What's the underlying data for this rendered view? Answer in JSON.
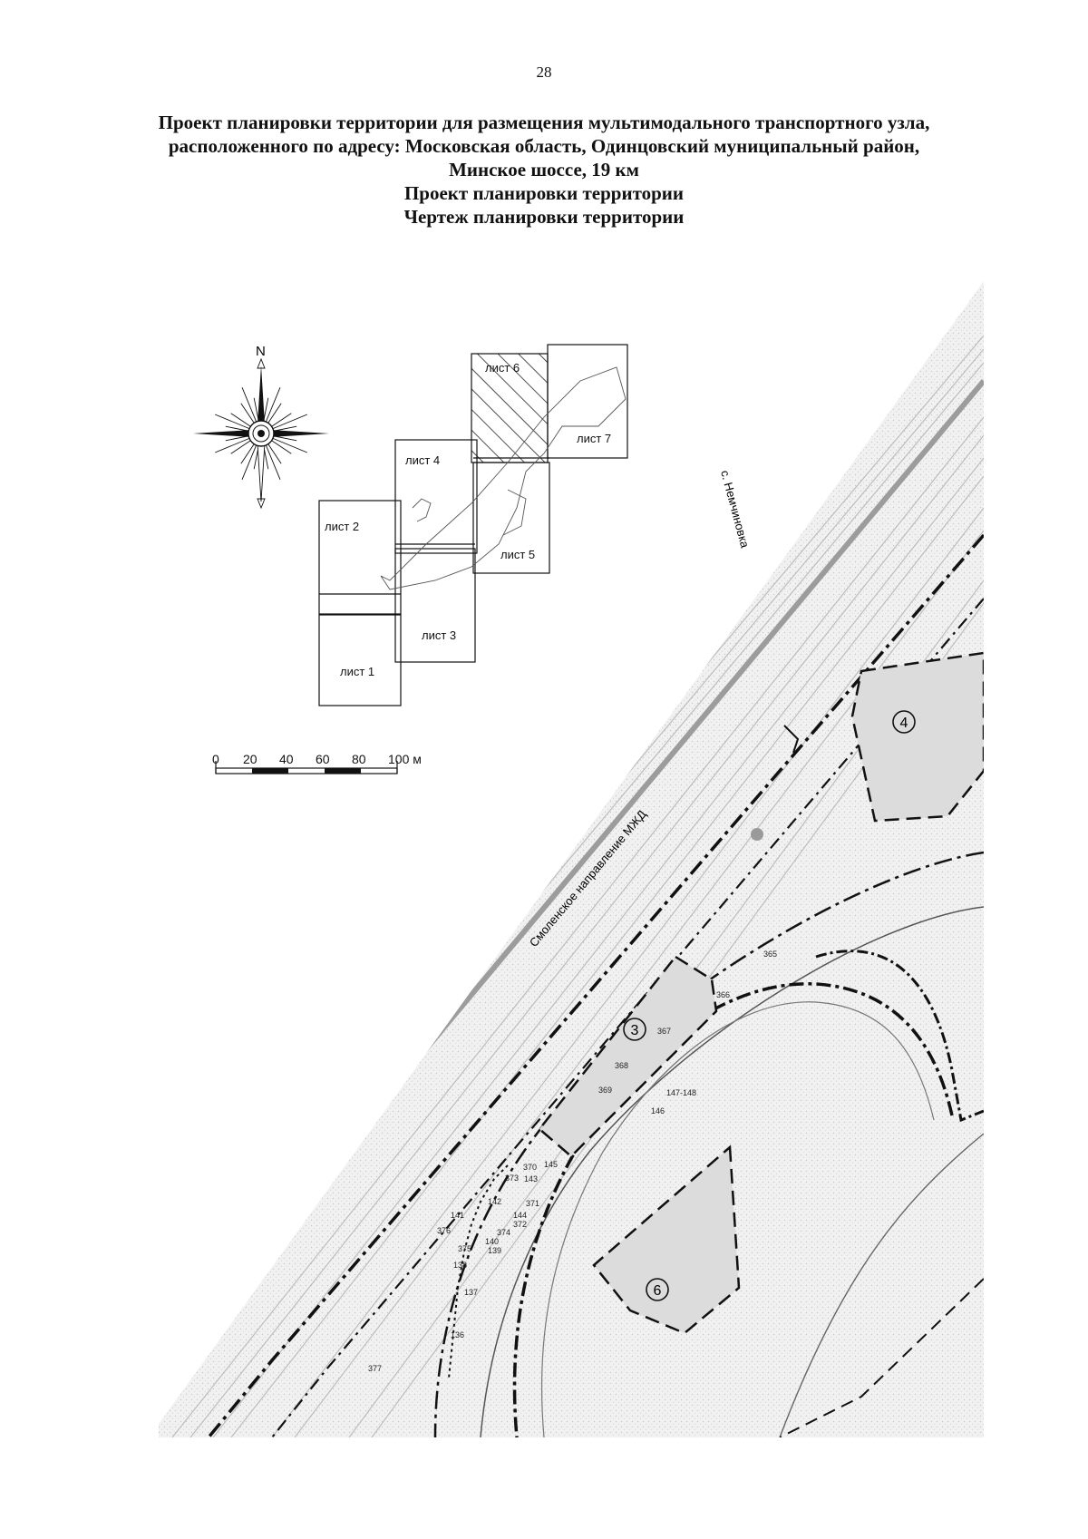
{
  "page": {
    "number": "28",
    "title_lines": [
      "Проект планировки территории для размещения мультимодального транспортного узла,",
      "расположенного по адресу: Московская область, Одинцовский муниципальный район,",
      "Минское шоссе, 19 км",
      "Проект планировки территории",
      "Чертеж планировки территории"
    ]
  },
  "compass": {
    "north": "N"
  },
  "key_map": {
    "sheets": [
      "лист 1",
      "лист 2",
      "лист 3",
      "лист 4",
      "лист 5",
      "лист 6",
      "лист 7"
    ]
  },
  "scale_bar": {
    "ticks": [
      "0",
      "20",
      "40",
      "60",
      "80",
      "100 м"
    ]
  },
  "map": {
    "railway_label": "Смоленское направление МЖД",
    "direction_label": "с. Немчиновка",
    "zone_labels": [
      "④",
      "③",
      "⑥"
    ],
    "point_labels": [
      "365",
      "366",
      "367",
      "368",
      "369",
      "147-148",
      "146",
      "370",
      "145",
      "373",
      "143",
      "142",
      "371",
      "141",
      "144",
      "372",
      "376",
      "374",
      "140",
      "375",
      "139",
      "138",
      "137",
      "136",
      "377"
    ]
  }
}
